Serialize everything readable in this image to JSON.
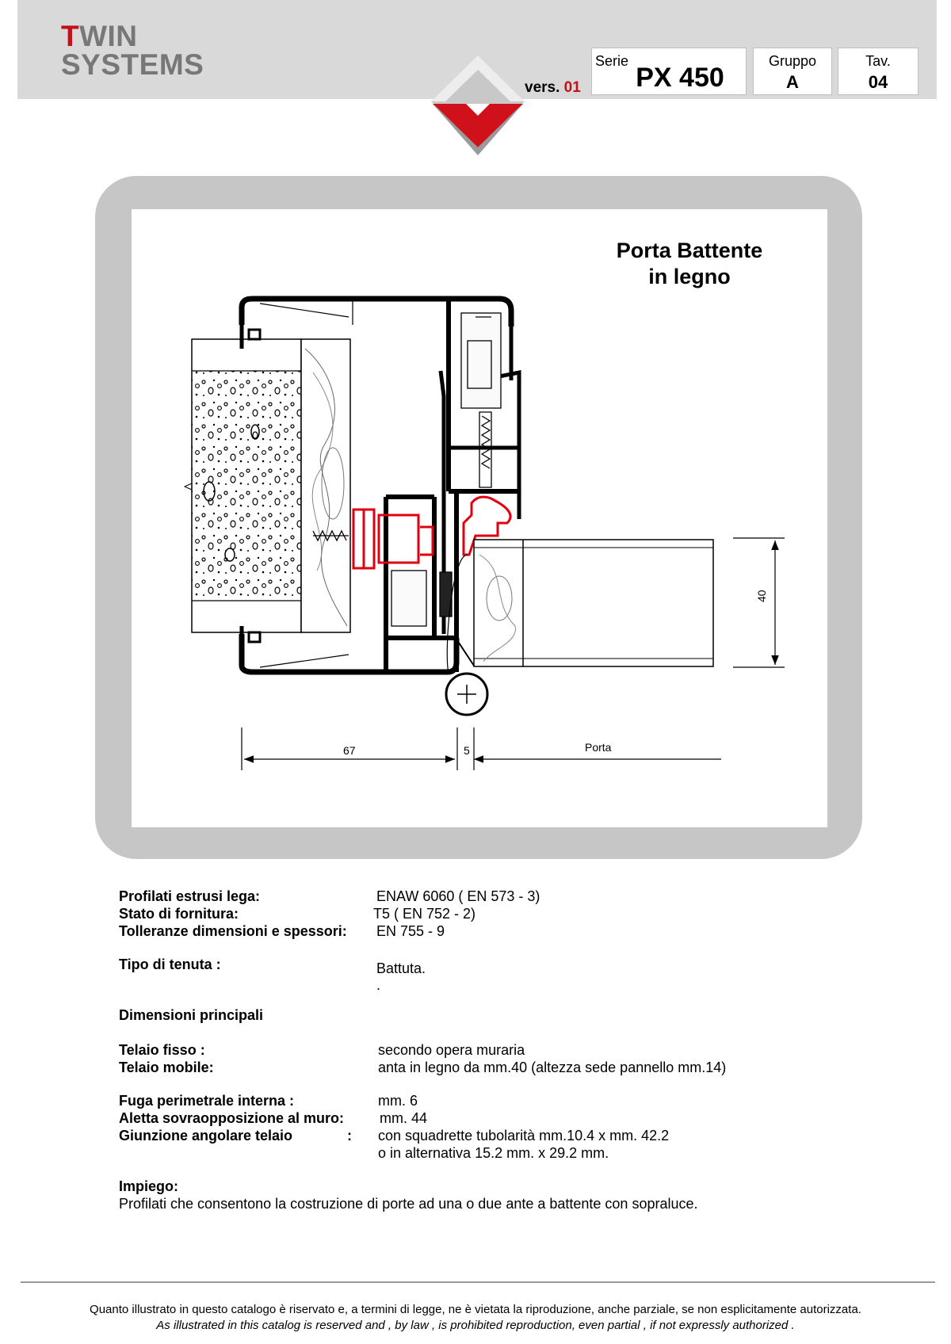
{
  "header": {
    "logo_first_letter": "T",
    "logo_line1_rest": "WIN",
    "logo_line2": "SYSTEMS",
    "version_label": "vers.",
    "version_number": "01",
    "serie_label": "Serie",
    "serie_value": "PX 450",
    "gruppo_label": "Gruppo",
    "gruppo_value": "A",
    "tav_label": "Tav.",
    "tav_value": "04"
  },
  "drawing": {
    "title_line1": "Porta Battente",
    "title_line2": "in legno",
    "dim_40": "40",
    "dim_67": "67",
    "dim_5": "5",
    "dim_porta": "Porta"
  },
  "specs": {
    "profilati_label": "Profilati estrusi lega:",
    "profilati_value": "ENAW 6060 ( EN 573 - 3)",
    "stato_label": "Stato di fornitura:",
    "stato_value": "T5 ( EN 752 - 2)",
    "tolleranze_label": "Tolleranze dimensioni e spessori:",
    "tolleranze_value": "EN 755 - 9",
    "tenuta_label": "Tipo di tenuta :",
    "tenuta_value": "Battuta.",
    "tenuta_dot": ".",
    "dimensioni_heading": "Dimensioni principali",
    "telaio_fisso_label": "Telaio fisso :",
    "telaio_fisso_value": "secondo opera muraria",
    "telaio_mobile_label": "Telaio mobile:",
    "telaio_mobile_value": "anta in legno da mm.40  (altezza sede pannello mm.14)",
    "fuga_label": "Fuga perimetrale interna  :",
    "fuga_value": "mm. 6",
    "aletta_label": "Aletta sovraopposizione  al muro:",
    "aletta_value": "mm. 44",
    "giunzione_label": "Giunzione angolare telaio",
    "giunzione_colon": ":",
    "giunzione_value": "con squadrette tubolarità mm.10.4 x mm. 42.2",
    "giunzione_value2": "o in alternativa  15.2 mm. x 29.2 mm.",
    "impiego_label": "Impiego:",
    "impiego_value": "Profilati  che consentono la costruzione di porte ad una o due ante a battente con sopraluce."
  },
  "footer": {
    "line_it": "Quanto illustrato in questo catalogo è riservato e, a termini di legge, ne è vietata la riproduzione, anche parziale, se non esplicitamente autorizzata.",
    "line_en": "As illustrated in this catalog is reserved and , by law , is prohibited reproduction, even partial , if not expressly authorized ."
  }
}
